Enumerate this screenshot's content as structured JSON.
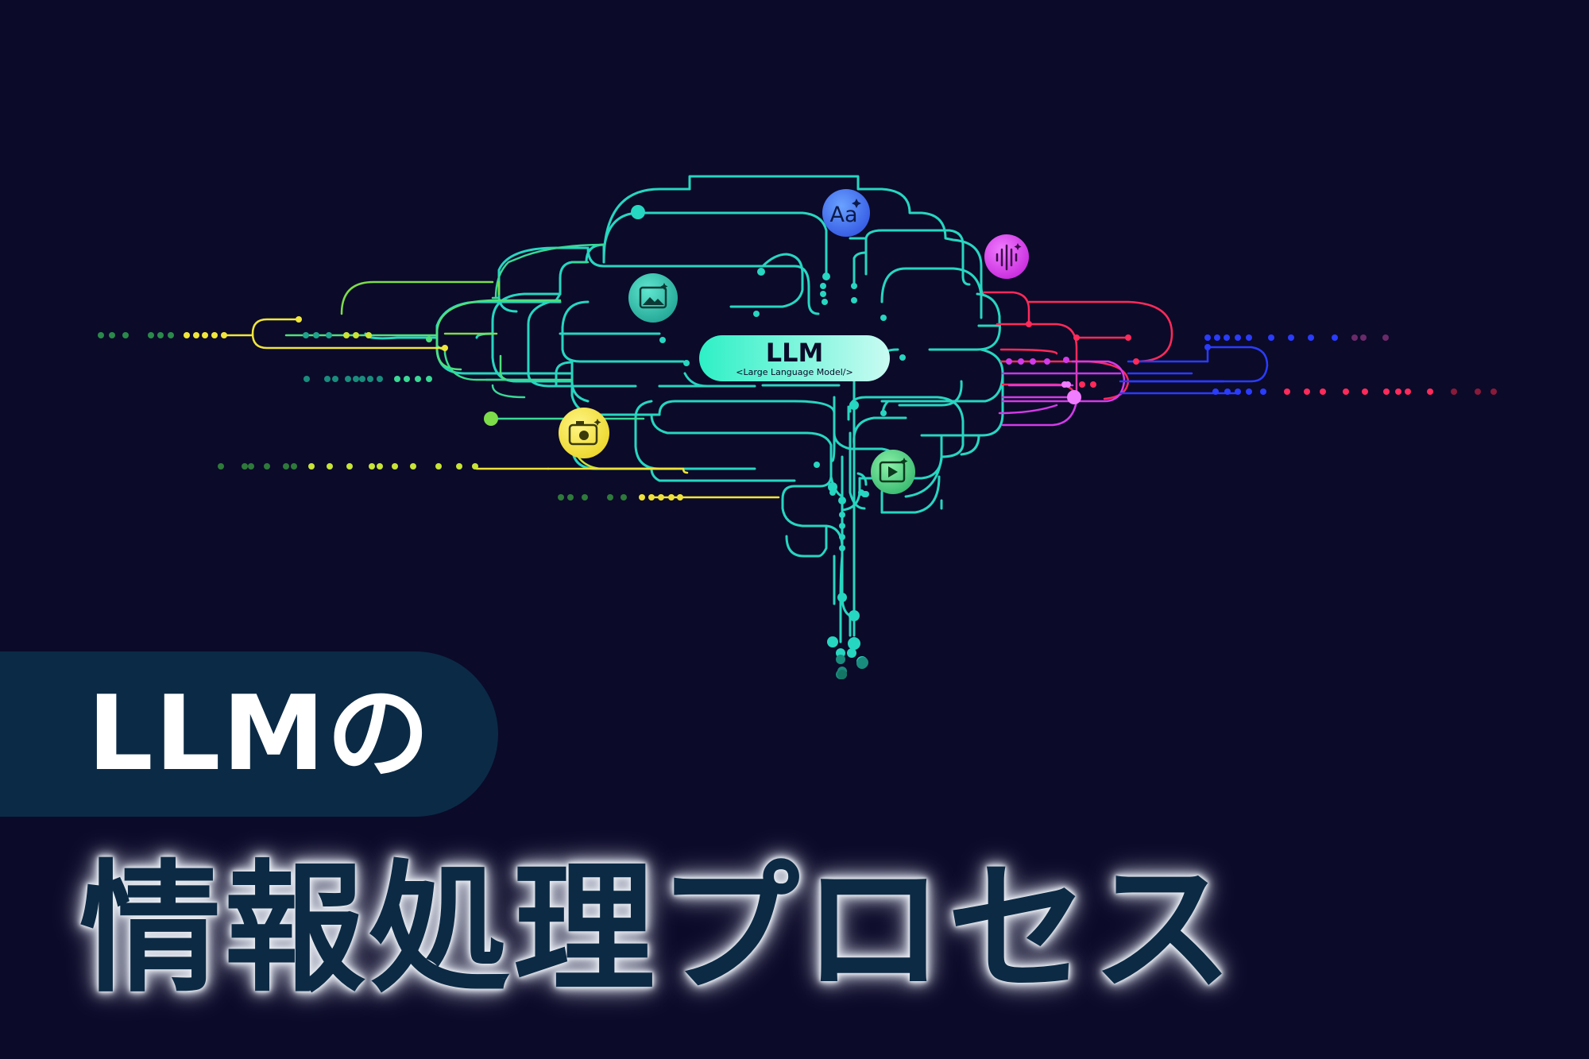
{
  "diagram": {
    "center_label": "LLM",
    "center_sublabel": "<Large Language Model/>",
    "icons": [
      {
        "name": "text-icon",
        "glyph": "Aa",
        "color": "#4a7bff"
      },
      {
        "name": "audio-icon",
        "glyph": "waveform",
        "color": "#d63ae6"
      },
      {
        "name": "image-icon",
        "glyph": "picture",
        "color": "#27b8a6"
      },
      {
        "name": "camera-icon",
        "glyph": "camera",
        "color": "#f2e53a"
      },
      {
        "name": "video-icon",
        "glyph": "play",
        "color": "#3ecf7a"
      }
    ],
    "colors": {
      "background": "#0b0a29",
      "teal": "#27d6c0",
      "green": "#4be36c",
      "yellow": "#eee23a",
      "red": "#ff2a5a",
      "magenta": "#d43ae8",
      "blue": "#2a3cff"
    }
  },
  "subtitle": "LLMの",
  "title": "情報処理プロセス"
}
